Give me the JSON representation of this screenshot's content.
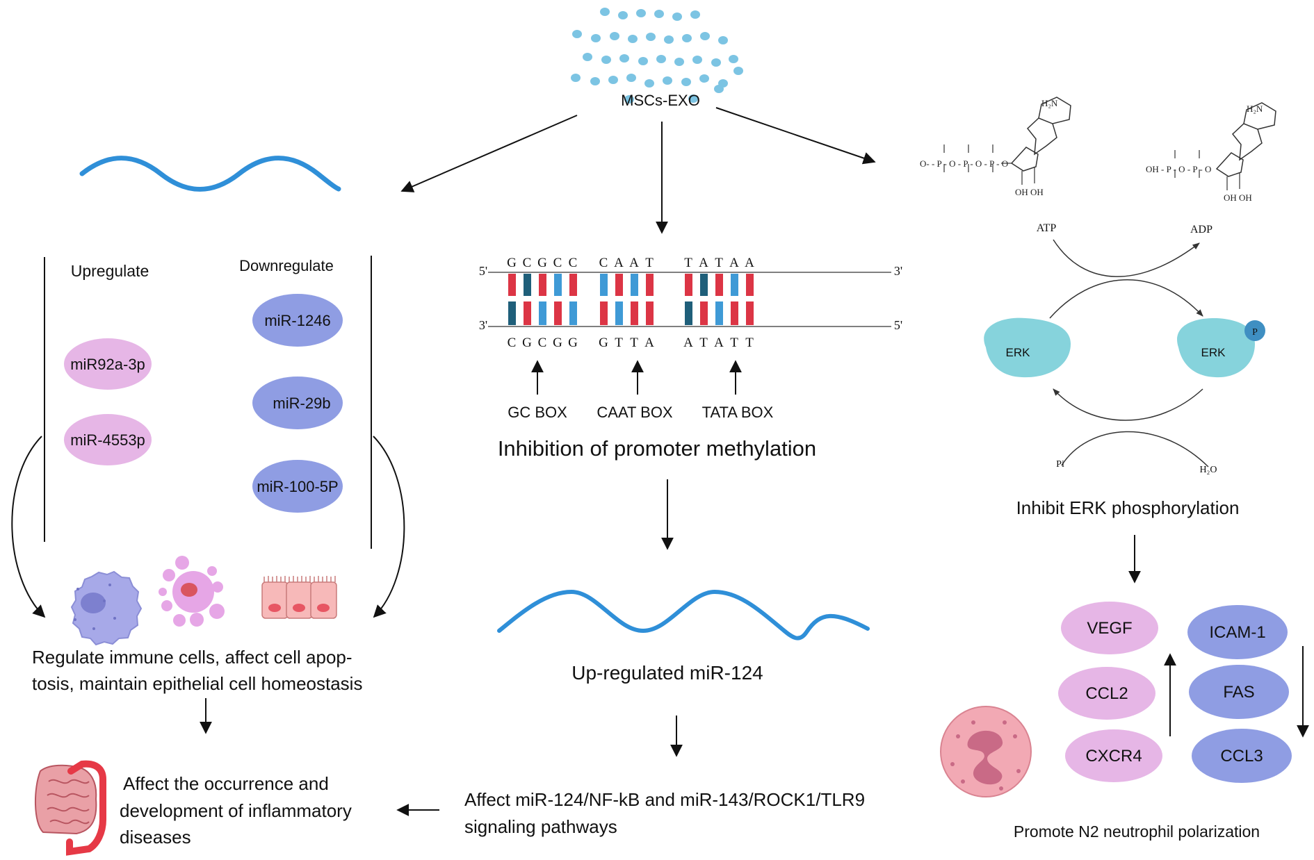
{
  "top_source": {
    "label": "MSCs-EXO"
  },
  "colors": {
    "exosome_dot": "#7cc4e3",
    "rna_wave": "#2f8fd8",
    "up_mirna": "#e6b6e6",
    "down_mirna": "#8f9de3",
    "dna_red": "#dc3545",
    "dna_blue": "#3f9ad6",
    "dna_dark": "#1f5f7a",
    "erk": "#86d3dc",
    "phospho": "#3f8fc2",
    "cell_purple": "#9a9fe0",
    "cell_pink": "#e6a6e6",
    "epithelial": "#f7b9b9",
    "neutrophil": "#f2a9b4",
    "intestine_red": "#e63946"
  },
  "left_panel": {
    "upregulate_label": "Upregulate",
    "downregulate_label": "Downregulate",
    "upregulated": [
      "miR92a-3p",
      "miR-4553p"
    ],
    "downregulated": [
      "miR-1246",
      "miR-29b",
      "miR-100-5P"
    ],
    "cells": [
      "macrophage-cell",
      "immune-cell",
      "epithelial-cells"
    ],
    "outcome_line1": "Regulate immune cells, affect cell apop-",
    "outcome_line2": "tosis, maintain epithelial cell homeostasis",
    "disease_line1": "Affect the occurrence and",
    "disease_line2": "development of inflammatory",
    "disease_line3": "diseases"
  },
  "center_panel": {
    "strand_end_labels": {
      "top_left": "5'",
      "top_right": "3'",
      "bottom_left": "3'",
      "bottom_right": "5'"
    },
    "top_bases": [
      "G",
      "C",
      "G",
      "C",
      "C",
      "C",
      "A",
      "A",
      "T",
      "T",
      "A",
      "T",
      "A",
      "A"
    ],
    "bottom_bases": [
      "C",
      "G",
      "C",
      "G",
      "G",
      "G",
      "T",
      "T",
      "A",
      "A",
      "T",
      "A",
      "T",
      "T"
    ],
    "boxes": [
      "GC BOX",
      "CAAT BOX",
      "TATA BOX"
    ],
    "methylation_title": "Inhibition of promoter methylation",
    "mirna_label": "Up-regulated  miR-124",
    "pathway_line1": "Affect miR-124/NF-kB and miR-143/ROCK1/TLR9",
    "pathway_line2": "signaling pathways"
  },
  "right_panel": {
    "atp_label": "ATP",
    "adp_label": "ADP",
    "erk_label": "ERK",
    "phospho_label": "P",
    "pi_label": "Pi",
    "water_label": "H₂O",
    "adenine_amine": "H₂N",
    "atp_phosphates": "O- - P - O - P - O - P - O",
    "adp_phosphates": "OH - P - O - P - O",
    "sugar_hydroxyls": "OH OH",
    "erk_title": "Inhibit ERK phosphorylation",
    "up_factors": [
      "VEGF",
      "CCL2",
      "CXCR4"
    ],
    "down_factors": [
      "ICAM-1",
      "FAS",
      "CCL3"
    ],
    "polarization_label": "Promote N2 neutrophil polarization"
  }
}
